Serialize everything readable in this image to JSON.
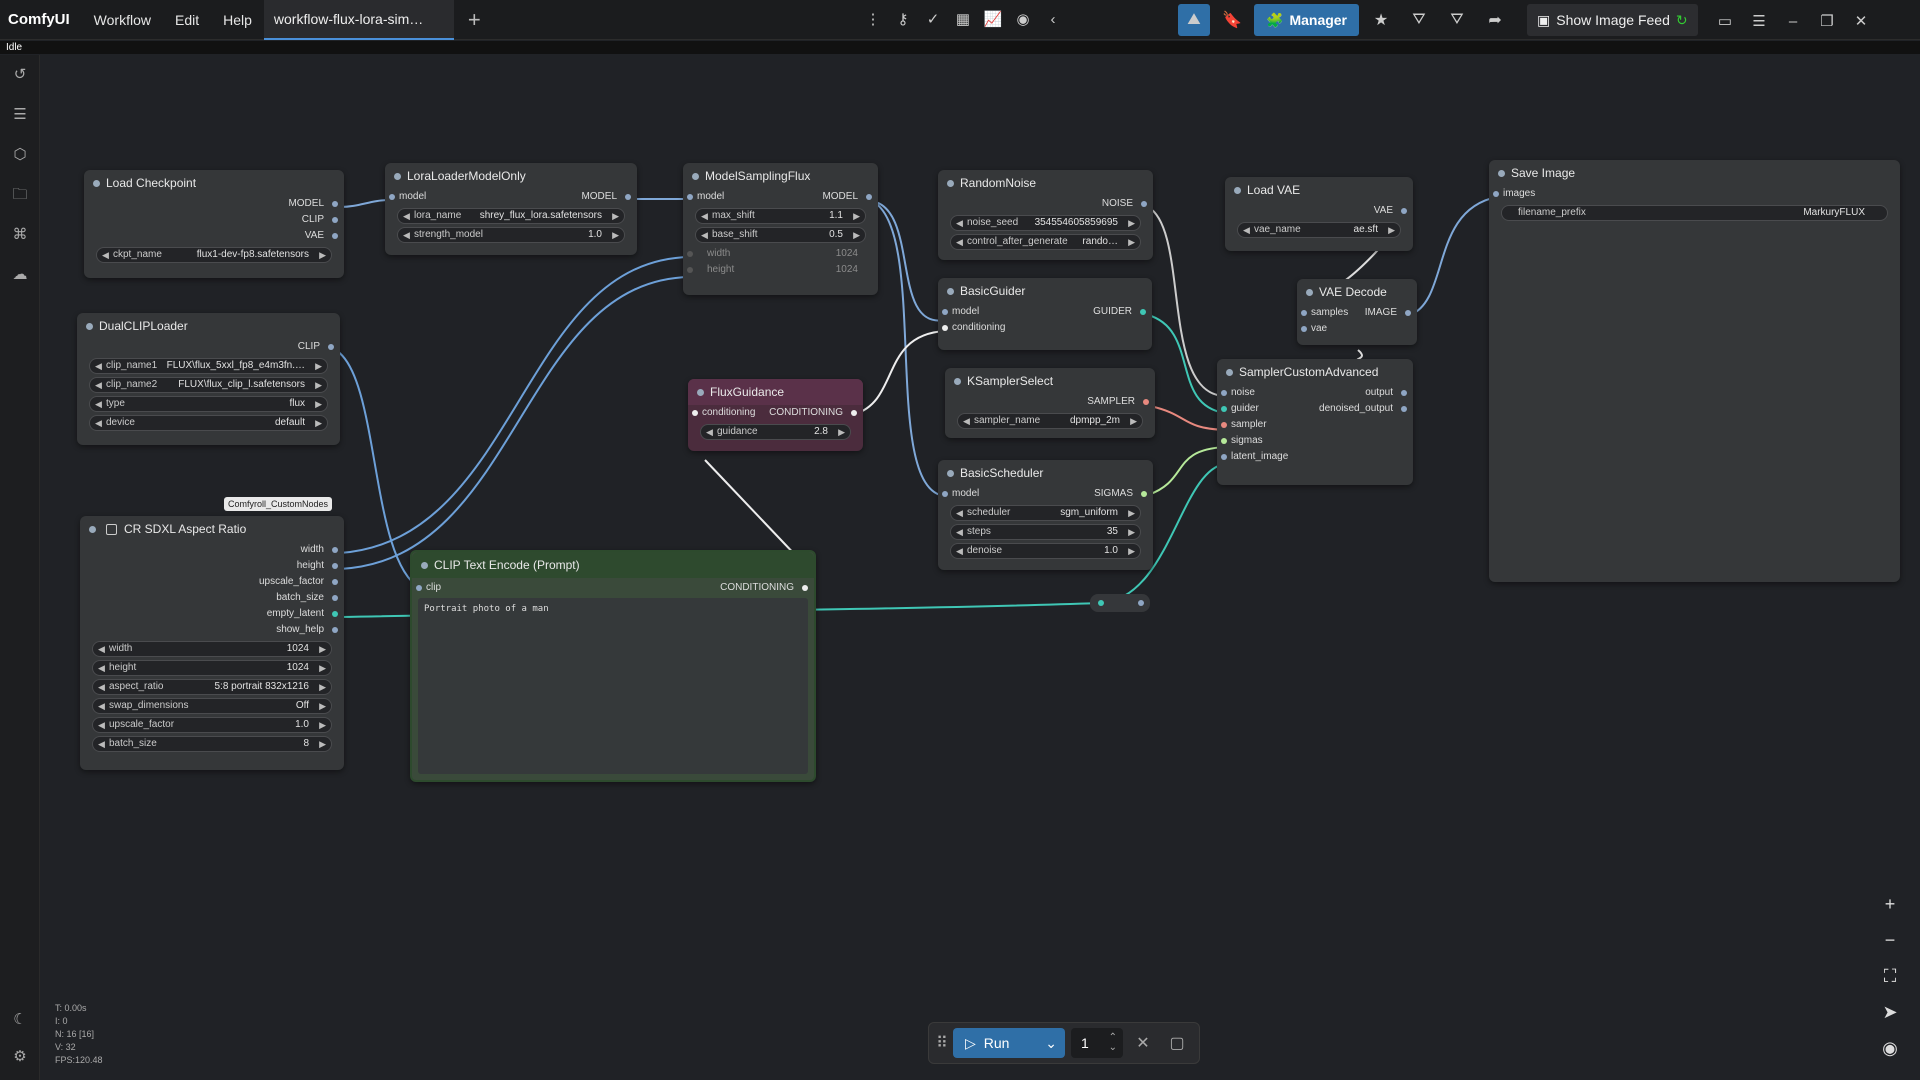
{
  "topbar": {
    "brand": "ComfyUI",
    "menu": [
      "Workflow",
      "Edit",
      "Help"
    ],
    "tab_title": "workflow-flux-lora-sim…",
    "new_tab": "+",
    "manager_label": "Manager",
    "image_feed_label": "Show Image Feed"
  },
  "status": {
    "idle": "Idle"
  },
  "stats": [
    "T: 0.00s",
    "I: 0",
    "N: 16 [16]",
    "V: 32",
    "FPS:120.48"
  ],
  "cr_tag": "Comfyroll_CustomNodes",
  "nodes": {
    "load_checkpoint": {
      "title": "Load Checkpoint",
      "outputs": [
        "MODEL",
        "CLIP",
        "VAE"
      ],
      "widgets": [
        {
          "label": "ckpt_name",
          "value": "flux1-dev-fp8.safetensors"
        }
      ]
    },
    "lora_loader": {
      "title": "LoraLoaderModelOnly",
      "in": "model",
      "out": "MODEL",
      "widgets": [
        {
          "label": "lora_name",
          "value": "shrey_flux_lora.safetensors"
        },
        {
          "label": "strength_model",
          "value": "1.0"
        }
      ]
    },
    "model_sampling_flux": {
      "title": "ModelSamplingFlux",
      "in": "model",
      "out": "MODEL",
      "widgets": [
        {
          "label": "max_shift",
          "value": "1.1"
        },
        {
          "label": "base_shift",
          "value": "0.5"
        }
      ],
      "inputs_inactive": [
        {
          "label": "width",
          "value": "1024"
        },
        {
          "label": "height",
          "value": "1024"
        }
      ]
    },
    "random_noise": {
      "title": "RandomNoise",
      "out": "NOISE",
      "widgets": [
        {
          "label": "noise_seed",
          "value": "354554605859695"
        },
        {
          "label": "control_after_generate",
          "value": "rando…"
        }
      ]
    },
    "load_vae": {
      "title": "Load VAE",
      "out": "VAE",
      "widgets": [
        {
          "label": "vae_name",
          "value": "ae.sft"
        }
      ]
    },
    "save_image": {
      "title": "Save Image",
      "in": "images",
      "widgets": [
        {
          "label": "filename_prefix",
          "value": "MarkuryFLUX"
        }
      ]
    },
    "dual_clip": {
      "title": "DualCLIPLoader",
      "out": "CLIP",
      "widgets": [
        {
          "label": "clip_name1",
          "value": "FLUX\\flux_5xxl_fp8_e4m3fn.…"
        },
        {
          "label": "clip_name2",
          "value": "FLUX\\flux_clip_l.safetensors"
        },
        {
          "label": "type",
          "value": "flux"
        },
        {
          "label": "device",
          "value": "default"
        }
      ]
    },
    "basic_guider": {
      "title": "BasicGuider",
      "inputs": [
        "model",
        "conditioning"
      ],
      "out": "GUIDER"
    },
    "vae_decode": {
      "title": "VAE Decode",
      "inputs": [
        "samples",
        "vae"
      ],
      "out": "IMAGE"
    },
    "flux_guidance": {
      "title": "FluxGuidance",
      "in": "conditioning",
      "out": "CONDITIONING",
      "widgets": [
        {
          "label": "guidance",
          "value": "2.8"
        }
      ]
    },
    "ksampler_select": {
      "title": "KSamplerSelect",
      "out": "SAMPLER",
      "widgets": [
        {
          "label": "sampler_name",
          "value": "dpmpp_2m"
        }
      ]
    },
    "sampler_custom": {
      "title": "SamplerCustomAdvanced",
      "inputs": [
        "noise",
        "guider",
        "sampler",
        "sigmas",
        "latent_image"
      ],
      "outputs": [
        "output",
        "denoised_output"
      ]
    },
    "basic_scheduler": {
      "title": "BasicScheduler",
      "in": "model",
      "out": "SIGMAS",
      "widgets": [
        {
          "label": "scheduler",
          "value": "sgm_uniform"
        },
        {
          "label": "steps",
          "value": "35"
        },
        {
          "label": "denoise",
          "value": "1.0"
        }
      ]
    },
    "cr_sdxl": {
      "title": "CR SDXL Aspect Ratio",
      "outputs": [
        "width",
        "height",
        "upscale_factor",
        "batch_size",
        "empty_latent",
        "show_help"
      ],
      "widgets": [
        {
          "label": "width",
          "value": "1024"
        },
        {
          "label": "height",
          "value": "1024"
        },
        {
          "label": "aspect_ratio",
          "value": "5:8 portrait 832x1216"
        },
        {
          "label": "swap_dimensions",
          "value": "Off"
        },
        {
          "label": "upscale_factor",
          "value": "1.0"
        },
        {
          "label": "batch_size",
          "value": "8"
        }
      ]
    },
    "clip_text_encode": {
      "title": "CLIP Text Encode (Prompt)",
      "in": "clip",
      "out": "CONDITIONING",
      "prompt": "Portrait photo of a man"
    }
  },
  "runbar": {
    "run_label": "Run",
    "queue_count": "1"
  },
  "colors": {
    "accent": "#2f6fa7",
    "link_model": "#7fa8d8",
    "link_clip": "#6da0d8",
    "link_cond": "#3fc7b5",
    "link_sampler": "#e8897f",
    "clip_node_title": "#2e4a2e",
    "flux_node": "#4b2c3d"
  }
}
